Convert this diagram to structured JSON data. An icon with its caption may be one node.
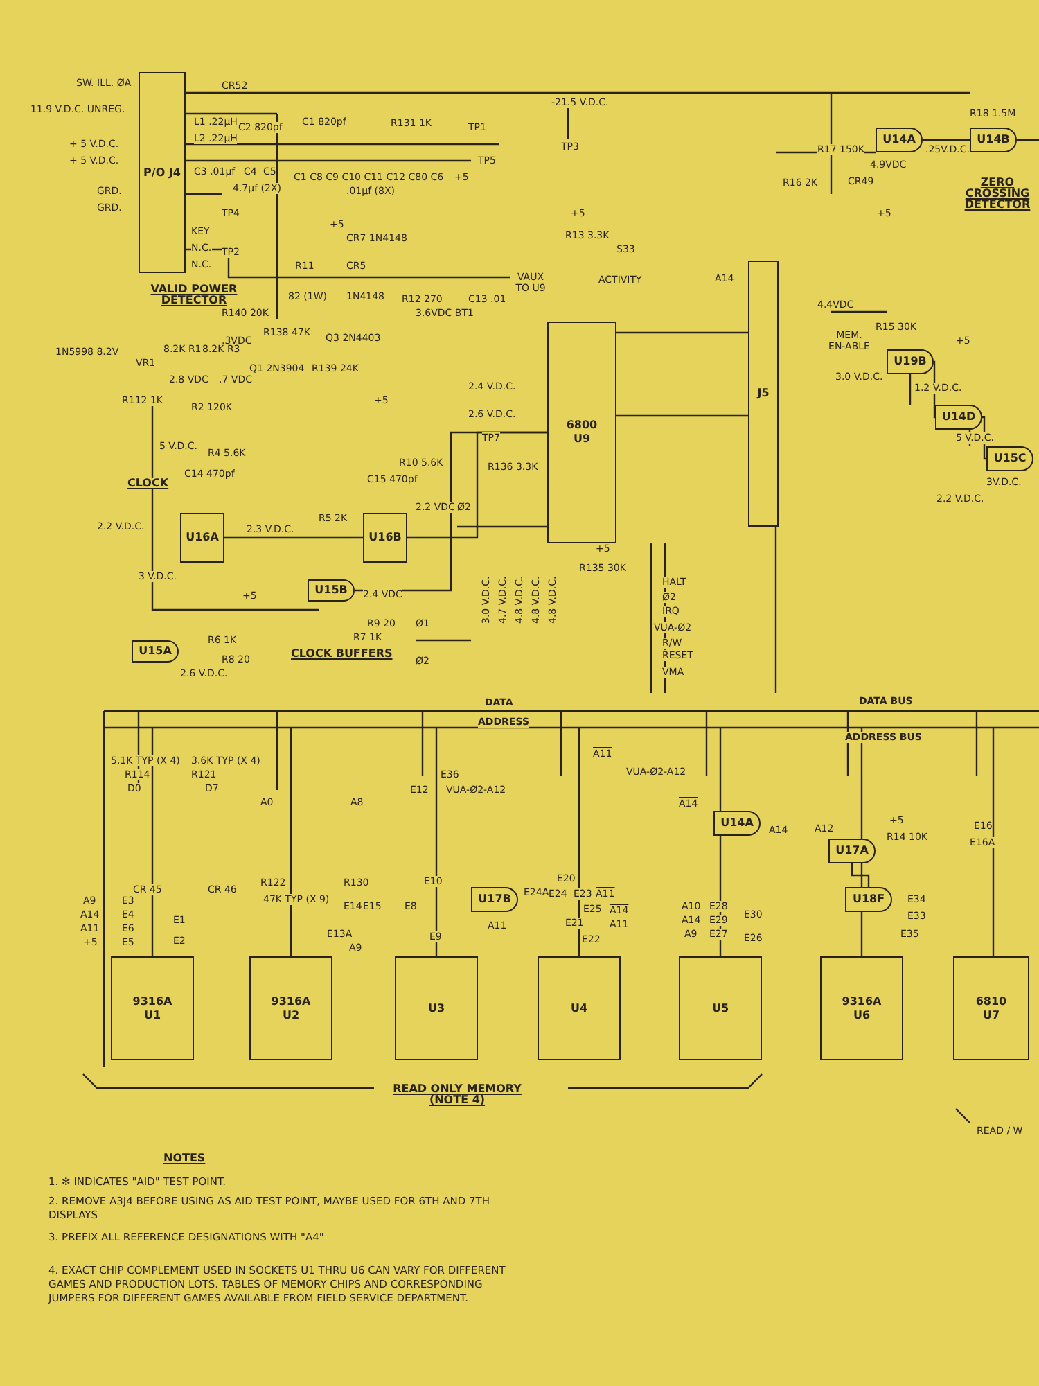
{
  "diagram": {
    "nodes": [
      {
        "text": [
          "P/O J4"
        ]
      },
      {
        "text": [
          "6800",
          "U9"
        ]
      },
      {
        "text": [
          "J5"
        ]
      },
      {
        "text": [
          "U16A"
        ]
      },
      {
        "text": [
          "U16B"
        ]
      },
      {
        "text": [
          "U15B"
        ]
      },
      {
        "text": [
          "U15A"
        ]
      },
      {
        "text": [
          "U14A"
        ]
      },
      {
        "text": [
          "U14B"
        ]
      },
      {
        "text": [
          "U19B"
        ]
      },
      {
        "text": [
          "U14D"
        ]
      },
      {
        "text": [
          "U15C"
        ]
      },
      {
        "text": [
          "U17B"
        ]
      },
      {
        "text": [
          "U14A"
        ]
      },
      {
        "text": [
          "U17A"
        ]
      },
      {
        "text": [
          "U18F"
        ]
      },
      {
        "text": [
          "9316A",
          "U1"
        ]
      },
      {
        "text": [
          "9316A",
          "U2"
        ]
      },
      {
        "text": [
          "U3"
        ]
      },
      {
        "text": [
          "U4"
        ]
      },
      {
        "text": [
          "U5"
        ]
      },
      {
        "text": [
          "9316A",
          "U6"
        ]
      },
      {
        "text": [
          "6810",
          "U7"
        ]
      }
    ],
    "edges": [
      {
        "from": 7,
        "to": 8,
        "arrow": "none"
      },
      {
        "from": 9,
        "to": 10,
        "arrow": "none"
      },
      {
        "from": 10,
        "to": 11,
        "arrow": "none"
      },
      {
        "from": 3,
        "to": 4,
        "arrow": "none"
      },
      {
        "from": 4,
        "to": 1,
        "arrow": "none"
      },
      {
        "from": 5,
        "to": 1,
        "arrow": "none"
      },
      {
        "from": 14,
        "to": 15,
        "arrow": "none"
      }
    ],
    "labels": [
      "SW. ILL. ØA",
      "11.9 V.D.C. UNREG.",
      "+ 5 V.D.C.",
      "+ 5 V.D.C.",
      "GRD.",
      "GRD.",
      "KEY",
      "N.C.",
      "N.C.",
      "CR52",
      "L1 .22µH",
      "L2 .22µH",
      "C2 820pf",
      "C3 .01µf",
      "C4",
      "C5",
      "4.7µf (2X)",
      "C1 820pf",
      "R131 1K",
      "TP1",
      "TP5",
      "C1 C8 C9 C10 C11 C12 C80 C6",
      ".01µf (8X)",
      "+5",
      "TP4",
      "TP2",
      "-21.5 V.D.C.",
      "TP3",
      "+5",
      "CR7 1N4148",
      "R11",
      "CR5",
      "82 (1W)",
      "1N4148",
      "VALID POWER DETECTOR",
      "R12 270",
      "3.6VDC BT1",
      "C13 .01",
      "VAUX TO U9",
      "R140 20K",
      ".3VDC",
      "R138 47K",
      "Q3 2N4403",
      "1N5998 8.2V",
      "VR1",
      "8.2K R1",
      "8.2K R3",
      "2.8 VDC",
      ".7 VDC",
      "Q1 2N3904",
      "R139 24K",
      "R112 1K",
      "R2 120K",
      "5 V.D.C.",
      "R4 5.6K",
      "CLOCK",
      "C14 470pf",
      "2.2 V.D.C.",
      "3 V.D.C.",
      "2.3 V.D.C.",
      "R5 2K",
      "+5",
      "R10 5.6K",
      "C15 470pf",
      "2.2 VDC",
      "Ø2",
      "2.4 VDC",
      "R9 20",
      "Ø1",
      "R7 1K",
      "+5",
      "R6 1K",
      "R8 20",
      "2.6 V.D.C.",
      "CLOCK BUFFERS",
      "Ø2",
      "+5",
      "R13 3.3K",
      "S33",
      "ACTIVITY",
      "2.4 V.D.C.",
      "2.6 V.D.C.",
      "TP7",
      "R136 3.3K",
      "3.0 V.D.C.",
      "4.7 V.D.C.",
      "4.8 V.D.C.",
      "4.8 V.D.C.",
      "4.8 V.D.C.",
      "+5",
      "R135 30K",
      "HALT",
      "Ø2",
      "IRQ",
      "VUA-Ø2",
      "R/W",
      "RESET",
      "VMA",
      "R17 150K",
      "R16 2K",
      "4.9VDC",
      "CR49",
      "+5",
      "R18 1.5M",
      ".25V.D.C.",
      "ZERO CROSSING DETECTOR",
      "A14",
      "4.4VDC",
      "MEM. EN-ABLE",
      "R15 30K",
      "+5",
      "3.0 V.D.C.",
      "1.2 V.D.C.",
      "5 V.D.C.",
      "3V.D.C.",
      "2.2 V.D.C.",
      "DATA",
      "ADDRESS",
      "DATA BUS",
      "ADDRESS BUS",
      "5.1K TYP (X 4)",
      "3.6K TYP (X 4)",
      "R114",
      "R121",
      "D0",
      "D7",
      "CR 45",
      "CR 46",
      "A0",
      "A8",
      "R122",
      "R130",
      "47K TYP (X 9)",
      "E36",
      "E12",
      "VUA-Ø2-A12",
      "E10",
      "A11",
      "E9",
      "A11",
      "VUA-Ø2-A12",
      "A14",
      "A14",
      "A12",
      "+5",
      "R14 10K",
      "E34",
      "E35",
      "E33",
      "E16",
      "E16A",
      "READ ONLY MEMORY (NOTE 4)",
      "READ / W",
      "NOTES",
      "1. ✻ INDICATES \"AID\" TEST POINT.",
      "2. REMOVE A3J4 BEFORE USING AS AID TEST POINT, MAYBE USED FOR 6TH AND 7TH DISPLAYS",
      "3. PREFIX ALL REFERENCE DESIGNATIONS WITH \"A4\"",
      "4. EXACT CHIP COMPLEMENT USED IN SOCKETS U1 THRU U6 CAN VARY FOR DIFFERENT GAMES AND PRODUCTION LOTS. TABLES OF MEMORY CHIPS AND CORRESPONDING JUMPERS FOR DIFFERENT GAMES AVAILABLE FROM FIELD SERVICE DEPARTMENT.",
      "A9",
      "E3",
      "A14",
      "E4",
      "A11",
      "E6",
      "+5",
      "E5",
      "E1",
      "E2",
      "E14",
      "E15",
      "E8",
      "E13A",
      "A9",
      "E20",
      "E24A",
      "E24",
      "E23",
      "A11",
      "E25",
      "A14",
      "E21",
      "A11",
      "E22",
      "A10",
      "E28",
      "A14",
      "E29",
      "A9",
      "E27",
      "E30",
      "E26"
    ]
  }
}
